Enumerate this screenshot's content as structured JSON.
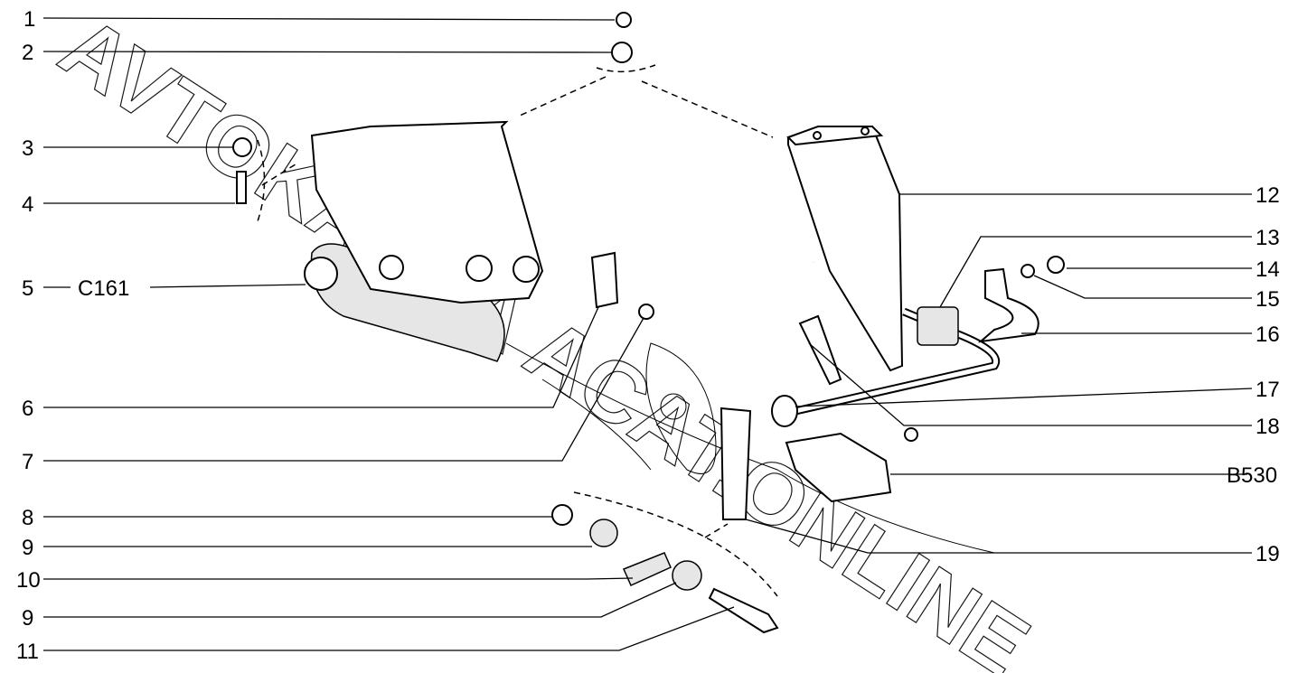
{
  "diagram": {
    "watermark": "AVTOKAZKA ACAT.ONLINE",
    "left_callouts": [
      {
        "label": "1"
      },
      {
        "label": "2"
      },
      {
        "label": "3"
      },
      {
        "label": "4"
      },
      {
        "label": "5",
        "ref": "C161"
      },
      {
        "label": "6"
      },
      {
        "label": "7"
      },
      {
        "label": "8"
      },
      {
        "label": "9"
      },
      {
        "label": "10"
      },
      {
        "label": "9"
      },
      {
        "label": "11"
      }
    ],
    "right_callouts": [
      {
        "label": "12"
      },
      {
        "label": "13"
      },
      {
        "label": "14"
      },
      {
        "label": "15"
      },
      {
        "label": "16"
      },
      {
        "label": "17"
      },
      {
        "label": "18"
      },
      {
        "label": "B530"
      },
      {
        "label": "19"
      }
    ]
  }
}
